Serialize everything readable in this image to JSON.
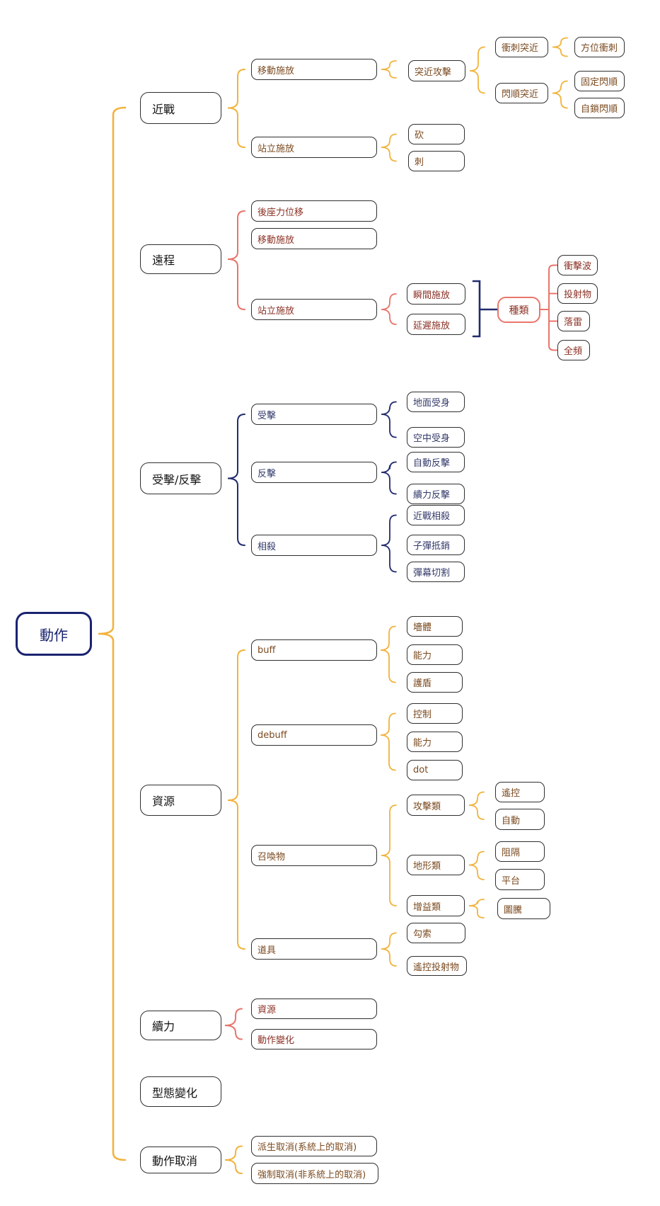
{
  "palette": {
    "gold": "#F2B33D",
    "salmon": "#E8756B",
    "navy": "#222C6E",
    "node_border": "#2F2F2F",
    "leaf_text_gold": "#7B4A1F",
    "leaf_text_salmon": "#8B3125",
    "leaf_text_navy": "#333A6B",
    "root_color": "#1A2370",
    "branch_text": "#141414",
    "background": "#FFFFFF"
  },
  "tree": {
    "root": {
      "label": "動作"
    },
    "branches": [
      {
        "label": "近戰",
        "children": [
          {
            "label": "移動施放",
            "children": [
              {
                "label": "突近攻擊",
                "children": [
                  {
                    "label": "衝刺突近",
                    "children": [
                      {
                        "label": "方位衝刺"
                      }
                    ]
                  },
                  {
                    "label": "閃順突近",
                    "children": [
                      {
                        "label": "固定閃順"
                      },
                      {
                        "label": "自鎖閃順"
                      }
                    ]
                  }
                ]
              }
            ]
          },
          {
            "label": "站立施放",
            "children": [
              {
                "label": "砍"
              },
              {
                "label": "刺"
              }
            ]
          }
        ]
      },
      {
        "label": "遠程",
        "children": [
          {
            "label": "後座力位移"
          },
          {
            "label": "移動施放"
          },
          {
            "label": "站立施放",
            "children": [
              {
                "label": "瞬間施放"
              },
              {
                "label": "延遲施放"
              }
            ],
            "category": {
              "label": "種類",
              "children": [
                {
                  "label": "衝擊波"
                },
                {
                  "label": "投射物"
                },
                {
                  "label": "落雷"
                },
                {
                  "label": "全頻"
                }
              ]
            }
          }
        ]
      },
      {
        "label": "受擊/反擊",
        "children": [
          {
            "label": "受擊",
            "children": [
              {
                "label": "地面受身"
              },
              {
                "label": "空中受身"
              }
            ]
          },
          {
            "label": "反擊",
            "children": [
              {
                "label": "自動反擊"
              },
              {
                "label": "續力反擊"
              }
            ]
          },
          {
            "label": "相殺",
            "children": [
              {
                "label": "近戰相殺"
              },
              {
                "label": "子彈抵銷"
              },
              {
                "label": "彈幕切割"
              }
            ]
          }
        ]
      },
      {
        "label": "資源",
        "children": [
          {
            "label": "buff",
            "children": [
              {
                "label": "墻體"
              },
              {
                "label": "能力"
              },
              {
                "label": "護盾"
              }
            ]
          },
          {
            "label": "debuff",
            "children": [
              {
                "label": "控制"
              },
              {
                "label": "能力"
              },
              {
                "label": "dot"
              }
            ]
          },
          {
            "label": "召喚物",
            "children": [
              {
                "label": "攻擊類",
                "children": [
                  {
                    "label": "遙控"
                  },
                  {
                    "label": "自動"
                  }
                ]
              },
              {
                "label": "地形類",
                "children": [
                  {
                    "label": "阻隔"
                  },
                  {
                    "label": "平台"
                  }
                ]
              },
              {
                "label": "增益類",
                "children": [
                  {
                    "label": "圖騰"
                  }
                ]
              }
            ]
          },
          {
            "label": "道具",
            "children": [
              {
                "label": "勾索"
              },
              {
                "label": "遙控投射物"
              }
            ]
          }
        ]
      },
      {
        "label": "續力",
        "children": [
          {
            "label": "資源"
          },
          {
            "label": "動作變化"
          }
        ]
      },
      {
        "label": "型態變化"
      },
      {
        "label": "動作取消",
        "children": [
          {
            "label": "派生取消(系統上的取消)"
          },
          {
            "label": "強制取消(非系統上的取消)"
          }
        ]
      }
    ]
  }
}
